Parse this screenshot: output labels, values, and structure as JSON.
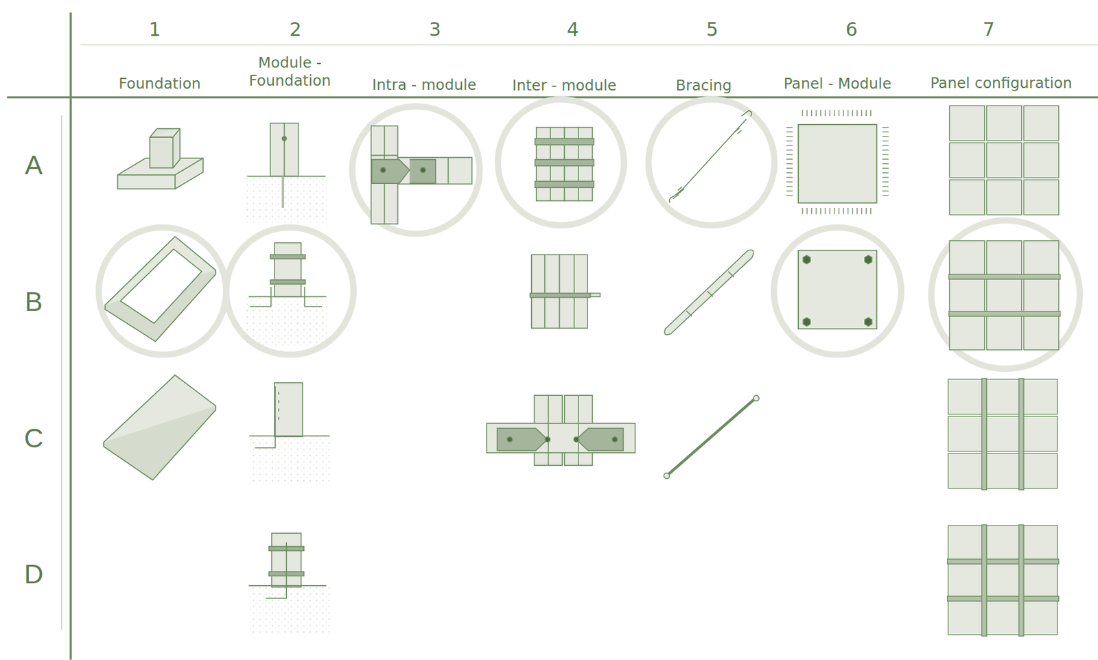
{
  "diagram": {
    "labels": [
      "1",
      "2",
      "3",
      "4",
      "5",
      "6",
      "7",
      "Foundation",
      "Module - Foundation",
      "Intra - module",
      "Inter - module",
      "Bracing",
      "Panel - Module",
      "Panel configuration",
      "A",
      "B",
      "C",
      "D"
    ]
  }
}
